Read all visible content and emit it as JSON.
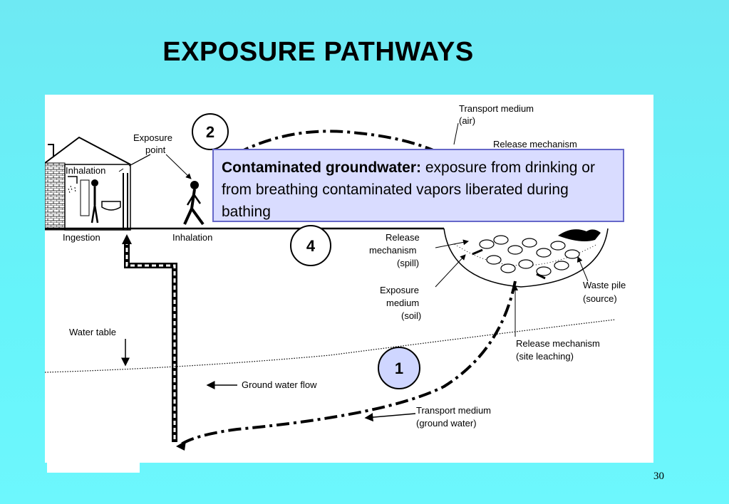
{
  "title": "EXPOSURE PATHWAYS",
  "labels": {
    "transport_air": "Transport medium",
    "transport_air_sub": "(air)",
    "release_top": "Release mechanism",
    "exposure_point_1": "Exposure",
    "exposure_point_2": "point",
    "inhalation_house": "Inhalation",
    "ingestion": "Ingestion",
    "inhalation_person": "Inhalation",
    "release_spill_1": "Release",
    "release_spill_2": "mechanism",
    "release_spill_3": "(spill)",
    "exposure_medium_1": "Exposure",
    "exposure_medium_2": "medium",
    "exposure_medium_3": "(soil)",
    "waste_pile_1": "Waste pile",
    "waste_pile_2": "(source)",
    "water_table": "Water table",
    "leaching_1": "Release mechanism",
    "leaching_2": "(site leaching)",
    "groundwater_flow": "Ground water flow",
    "transport_gw_1": "Transport medium",
    "transport_gw_2": "(ground water)"
  },
  "pathway_numbers": {
    "p1": "1",
    "p2": "2",
    "p4": "4"
  },
  "callout": {
    "bold": "Contaminated groundwater:",
    "text": " exposure from drinking or from breathing contaminated vapors liberated during bathing"
  },
  "page_number": "30",
  "colors": {
    "background": "#66f4fa",
    "callout_fill": "#d9dcff",
    "callout_border": "#6668c9",
    "circle_highlight": "#cfd6ff"
  }
}
